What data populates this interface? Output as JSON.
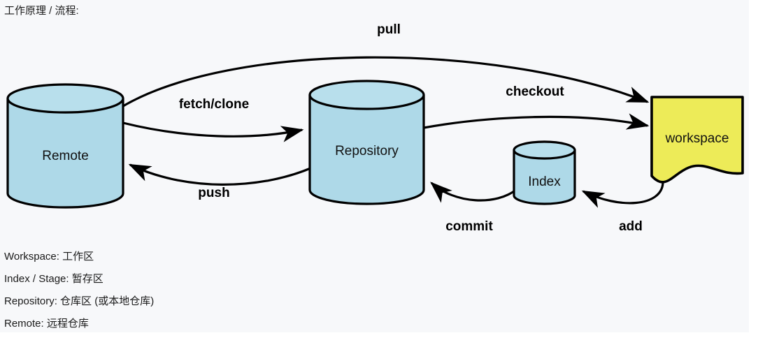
{
  "title": "工作原理 / 流程:",
  "colors": {
    "canvas_bg": "#f7f8fa",
    "page_bg": "#ffffff",
    "cylinder_fill": "#aed9e8",
    "cylinder_top_fill": "#b8dfec",
    "workspace_fill": "#edeb58",
    "stroke": "#000000",
    "text": "#1a1a1a"
  },
  "nodes": [
    {
      "id": "remote",
      "label": "Remote",
      "shape": "cylinder",
      "fill": "#aed9e8"
    },
    {
      "id": "repository",
      "label": "Repository",
      "shape": "cylinder",
      "fill": "#aed9e8"
    },
    {
      "id": "index",
      "label": "Index",
      "shape": "cylinder",
      "fill": "#aed9e8"
    },
    {
      "id": "workspace",
      "label": "workspace",
      "shape": "document",
      "fill": "#edeb58"
    }
  ],
  "edges": [
    {
      "id": "pull",
      "label": "pull",
      "from": "remote",
      "to": "workspace"
    },
    {
      "id": "fetch-clone",
      "label": "fetch/clone",
      "from": "remote",
      "to": "repository"
    },
    {
      "id": "push",
      "label": "push",
      "from": "repository",
      "to": "remote"
    },
    {
      "id": "checkout",
      "label": "checkout",
      "from": "repository",
      "to": "workspace"
    },
    {
      "id": "commit",
      "label": "commit",
      "from": "index",
      "to": "repository"
    },
    {
      "id": "add",
      "label": "add",
      "from": "workspace",
      "to": "index"
    }
  ],
  "legend": [
    "Workspace:  工作区",
    "Index / Stage:  暂存区",
    "Repository:  仓库区  (或本地仓库)",
    "Remote:  远程仓库"
  ]
}
